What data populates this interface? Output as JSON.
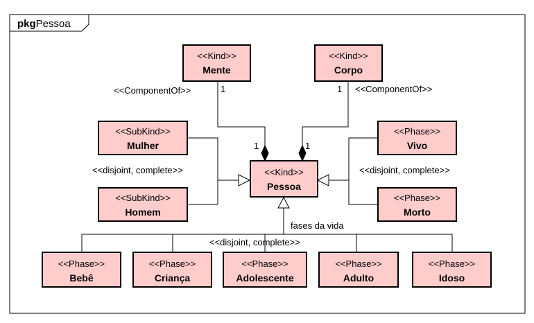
{
  "package": {
    "keyword": "pkg",
    "name": "Pessoa"
  },
  "classes": {
    "mente": {
      "stereotype": "<<Kind>>",
      "name": "Mente"
    },
    "corpo": {
      "stereotype": "<<Kind>>",
      "name": "Corpo"
    },
    "pessoa": {
      "stereotype": "<<Kind>>",
      "name": "Pessoa"
    },
    "mulher": {
      "stereotype": "<<SubKind>>",
      "name": "Mulher"
    },
    "homem": {
      "stereotype": "<<SubKind>>",
      "name": "Homem"
    },
    "vivo": {
      "stereotype": "<<Phase>>",
      "name": "Vivo"
    },
    "morto": {
      "stereotype": "<<Phase>>",
      "name": "Morto"
    },
    "bebe": {
      "stereotype": "<<Phase>>",
      "name": "Bebê"
    },
    "crianca": {
      "stereotype": "<<Phase>>",
      "name": "Criança"
    },
    "adolescente": {
      "stereotype": "<<Phase>>",
      "name": "Adolescente"
    },
    "adulto": {
      "stereotype": "<<Phase>>",
      "name": "Adulto"
    },
    "idoso": {
      "stereotype": "<<Phase>>",
      "name": "Idoso"
    }
  },
  "associations": {
    "mente_pessoa": {
      "stereotype": "<<ComponentOf>>",
      "whole_multiplicity": "1",
      "part_multiplicity": "1"
    },
    "corpo_pessoa": {
      "stereotype": "<<ComponentOf>>",
      "whole_multiplicity": "1",
      "part_multiplicity": "1"
    }
  },
  "generalization_sets": {
    "sexo": {
      "constraint": "<<disjoint, complete>>"
    },
    "vida": {
      "constraint": "<<disjoint, complete>>"
    },
    "fases": {
      "name": "fases da vida",
      "constraint": "<<disjoint, complete>>"
    }
  },
  "colors": {
    "class_fill": "#ffcccc",
    "border": "#000000",
    "line": "#000000",
    "background": "#ffffff"
  }
}
